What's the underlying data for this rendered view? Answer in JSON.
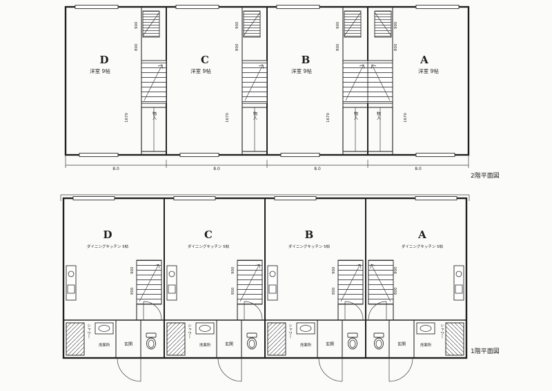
{
  "floor2": {
    "caption": "2階平面図",
    "units": [
      {
        "id": "D",
        "room": "洋室 9帖",
        "closet": "物入",
        "width_dim": "8.0",
        "dim1": "900",
        "dim2": "800",
        "dim3": "1670"
      },
      {
        "id": "C",
        "room": "洋室 9帖",
        "closet": "物入",
        "width_dim": "8.0",
        "dim1": "900",
        "dim2": "800",
        "dim3": "1670"
      },
      {
        "id": "B",
        "room": "洋室 9帖",
        "closet": "物入",
        "width_dim": "8.0",
        "dim1": "900",
        "dim2": "800",
        "dim3": "1670"
      },
      {
        "id": "A",
        "room": "洋室 9帖",
        "closet": "物入",
        "width_dim": "8.0",
        "dim1": "900",
        "dim2": "800",
        "dim3": "1670"
      }
    ]
  },
  "floor1": {
    "caption": "1階平面図",
    "units": [
      {
        "id": "D",
        "room": "ダイニングキッチン 5帖",
        "entrance": "玄関",
        "washroom": "洗面所",
        "shower": "シャワー",
        "dim1": "900",
        "dim2": "800"
      },
      {
        "id": "C",
        "room": "ダイニングキッチン 5帖",
        "entrance": "玄関",
        "washroom": "洗面所",
        "shower": "シャワー",
        "dim1": "900",
        "dim2": "800"
      },
      {
        "id": "B",
        "room": "ダイニングキッチン 5帖",
        "entrance": "玄関",
        "washroom": "洗面所",
        "shower": "シャワー",
        "dim1": "900",
        "dim2": "800"
      },
      {
        "id": "A",
        "room": "ダイニングキッチン 5帖",
        "entrance": "玄関",
        "washroom": "洗面所",
        "shower": "シャワー",
        "dim1": "900",
        "dim2": "800"
      }
    ]
  }
}
